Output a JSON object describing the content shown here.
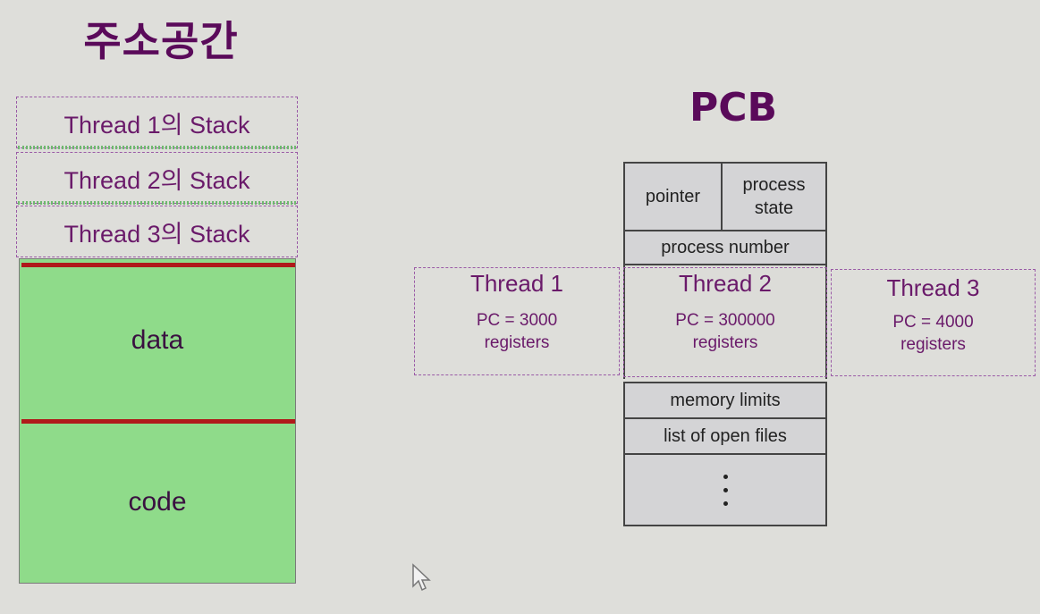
{
  "address_space": {
    "title": "주소공간",
    "stacks": [
      "Thread 1의 Stack",
      "Thread 2의 Stack",
      "Thread 3의 Stack"
    ],
    "data_label": "data",
    "code_label": "code"
  },
  "pcb": {
    "title": "PCB",
    "pointer": "pointer",
    "process_state": "process state",
    "process_number": "process number",
    "memory_limits": "memory limits",
    "open_files": "list of open files",
    "threads": [
      {
        "name": "Thread 1",
        "pc": "PC = 3000",
        "registers": "registers"
      },
      {
        "name": "Thread 2",
        "pc": "PC =  300000",
        "registers": "registers"
      },
      {
        "name": "Thread 3",
        "pc": "PC =  4000",
        "registers": "registers"
      }
    ]
  },
  "colors": {
    "title": "#5a0a5a",
    "segment_fill": "#8fdb8a",
    "segment_divider": "#b01a1a",
    "pcb_cell": "#d4d4d6"
  }
}
